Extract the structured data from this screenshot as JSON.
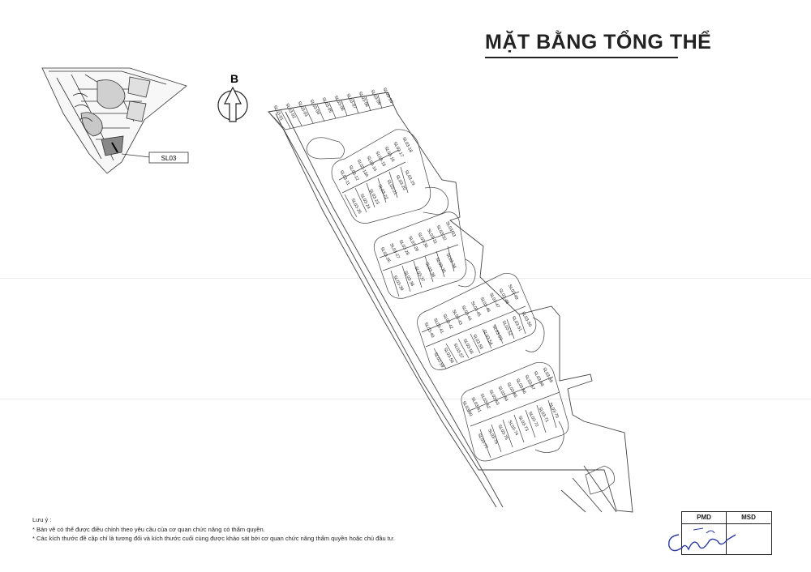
{
  "title": "MẶT BẰNG TỔNG THỂ",
  "compass": {
    "label": "B",
    "icon": "north-arrow-icon"
  },
  "key_plan": {
    "label": "SL03"
  },
  "plots": {
    "row_top": [
      "SL03-01",
      "SL03-02",
      "SL03-03",
      "SL03-04",
      "SL03-05",
      "SL03-06",
      "SL03-07",
      "SL03-08",
      "SL03-09",
      "SL03-10"
    ],
    "block1_outer": [
      "SL03-11",
      "SL03-12",
      "SL03-13A",
      "SL03-14",
      "SL03-15",
      "SL03-16",
      "SL03-17",
      "SL03-18"
    ],
    "block1_inner": [
      "SL03-25",
      "SL03-24",
      "SL03-23",
      "SL03-22",
      "SL03-21",
      "SL03-20",
      "SL03-19"
    ],
    "block2_outer": [
      "SL03-26",
      "SL03-27",
      "SL03-28",
      "SL03-29",
      "SL03-30",
      "SL03-31",
      "SL03-32",
      "SL03-33"
    ],
    "block2_inner": [
      "SL03-39",
      "SL03-38",
      "SL03-37",
      "SL03-36",
      "SL03-35",
      "SL03-34"
    ],
    "block3_outer": [
      "SL03-40",
      "SL03-41",
      "SL03-42",
      "SL03-43",
      "SL03-44",
      "SL03-45",
      "SL03-46",
      "SL03-47",
      "SL03-48",
      "SL03-49"
    ],
    "block3_inner": [
      "SL03-59",
      "SL03-58",
      "SL03-57",
      "SL03-56",
      "SL03-55",
      "SL03-54",
      "SL03-53",
      "SL03-52",
      "SL03-51",
      "SL03-50"
    ],
    "block4_outer": [
      "SL03-60",
      "SL03-61",
      "SL03-62",
      "SL03-63",
      "SL03-64",
      "SL03-65",
      "SL03-66",
      "SL03-67",
      "SL03-68",
      "SL03-69"
    ],
    "block4_inner": [
      "SL03-77",
      "SL03-76",
      "SL03-75",
      "SL03-74",
      "SL03-73",
      "SL03-72",
      "SL03-71",
      "SL03-70"
    ]
  },
  "notes": {
    "heading": "Lưu ý :",
    "line1": "* Bản vẽ có thể được điều chỉnh theo yêu cầu của cơ quan chức năng có thẩm quyền.",
    "line2": "* Các kích thước đề cập chỉ là tương đối và kích thước cuối cùng được khảo sát bởi cơ quan chức năng thẩm quyền hoặc chủ đầu tư."
  },
  "signature_box": {
    "col1": "PMD",
    "col2": "MSD"
  }
}
